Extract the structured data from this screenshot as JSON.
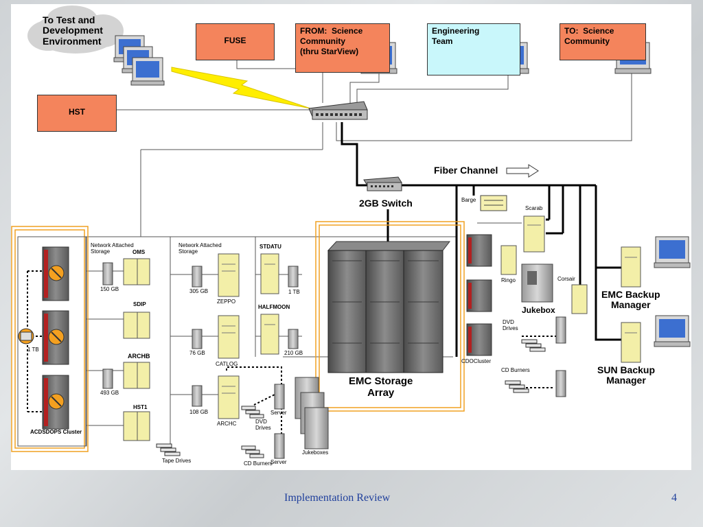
{
  "slide": {
    "footer_title": "Implementation Review",
    "page_number": "4"
  },
  "top": {
    "test_env": "To Test and\nDevelopment\nEnvironment",
    "fuse": "FUSE",
    "from_science": "FROM:  Science\nCommunity\n(thru StarView)",
    "engineering": "Engineering\nTeam",
    "to_science": "TO:  Science\nCommunity",
    "hst": "HST"
  },
  "center": {
    "fiber_channel": "Fiber Channel",
    "switch": "2GB Switch",
    "emc": "EMC Storage\nArray"
  },
  "cluster": {
    "name": "ACDSDOPS Cluster",
    "disk": "1 TB"
  },
  "nas_left": {
    "header": "Network Attached\nStorage",
    "disk1": "150 GB",
    "disk2": "493 GB",
    "oms": "OMS",
    "sdip": "SDIP",
    "archb": "ARCHB",
    "hst1": "HST1",
    "tape": "Tape Drives"
  },
  "nas_mid": {
    "header": "Network Attached\nStorage",
    "disk1": "305 GB",
    "disk2": "76 GB",
    "disk3": "108 GB",
    "zeppo": "ZEPPO",
    "catlog": "CATLOG",
    "archc": "ARCHC"
  },
  "nas_right": {
    "stdatu": "STDATU",
    "disk1": "1 TB",
    "halfmoon": "HALFMOON",
    "disk2": "210 GB",
    "dvd": "DVD\nDrives",
    "server1": "Server",
    "cd": "CD Burners",
    "server2": "Server",
    "jukeboxes": "Jukeboxes"
  },
  "right": {
    "barge": "Barge",
    "scarab": "Scarab",
    "ringo": "Ringo",
    "jukebox": "Jukebox",
    "corsair": "Corsair",
    "dvd": "DVD\nDrives",
    "cd": "CD Burners",
    "cdo": "CDOCluster",
    "emc_backup": "EMC Backup\nManager",
    "sun_backup": "SUN Backup\nManager"
  }
}
